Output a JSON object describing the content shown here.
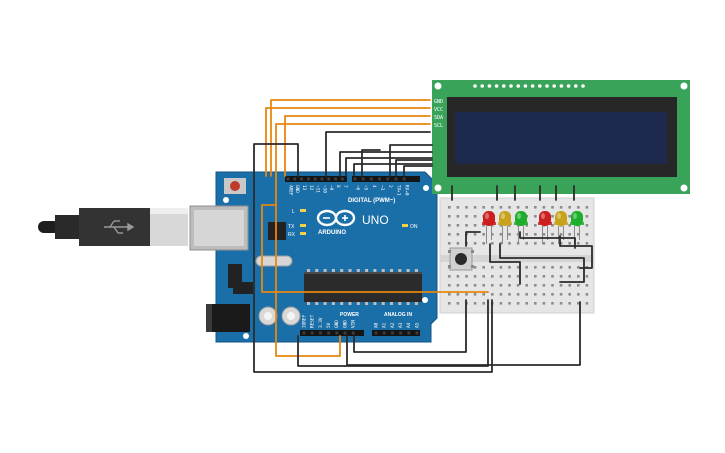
{
  "board": {
    "brand": "ARDUINO",
    "model": "UNO",
    "digital_header": "DIGITAL (PWM~)",
    "power_header": "POWER",
    "analog_header": "ANALOG IN",
    "led_l": "L",
    "led_tx": "TX",
    "led_rx": "RX",
    "led_on": "ON",
    "digital_pins": [
      "AREF",
      "GND",
      "13",
      "12",
      "~11",
      "~10",
      "~9",
      "8",
      "7",
      "~6",
      "~5",
      "4",
      "~3",
      "2",
      "TX▸1",
      "RX◂0"
    ],
    "power_pins": [
      "IOREF",
      "RESET",
      "3.3V",
      "5V",
      "GND",
      "GND",
      "VIN"
    ],
    "analog_pins": [
      "A0",
      "A1",
      "A2",
      "A3",
      "A4",
      "A5"
    ]
  },
  "lcd": {
    "pins": [
      "GND",
      "VCC",
      "SDA",
      "SCL"
    ]
  },
  "leds": {
    "colors": [
      "#cc1f1f",
      "#c9a21c",
      "#1fae2c",
      "#cc1f1f",
      "#c9a21c",
      "#1fae2c"
    ]
  },
  "wire_colors": {
    "signal": "#e8870e",
    "ground": "#2b2b2b"
  }
}
